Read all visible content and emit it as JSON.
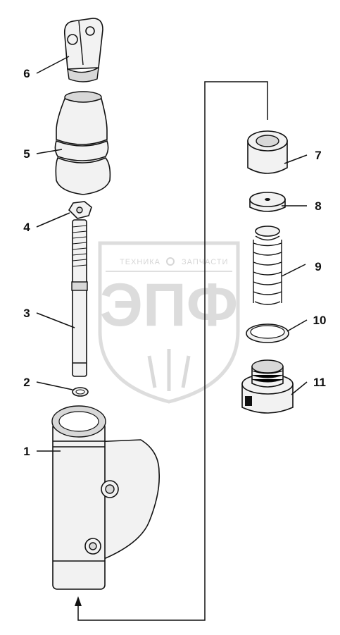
{
  "watermark": {
    "top_text_left": "ТЕХНИКА",
    "top_text_right": "ЗАПЧАСТИ",
    "big_text": "ЭПФ"
  },
  "labels": {
    "p1": "1",
    "p2": "2",
    "p3": "3",
    "p4": "4",
    "p5": "5",
    "p6": "6",
    "p7": "7",
    "p8": "8",
    "p9": "9",
    "p10": "10",
    "p11": "11"
  }
}
